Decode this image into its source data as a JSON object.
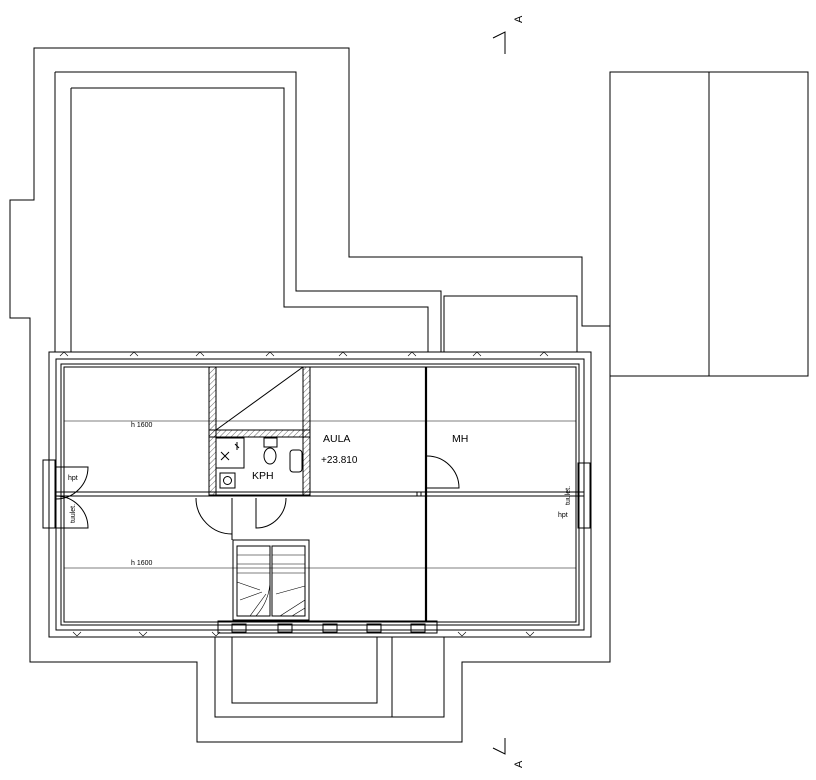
{
  "plan": {
    "rooms": {
      "aula": "AULA",
      "level": "+23.810",
      "mh": "MH",
      "kph": "KPH"
    },
    "notes": {
      "height_upper": "h 1600",
      "height_lower": "h 1600",
      "hpt_left": "hpt",
      "hpt_right": "hpt",
      "tuuletus_left": "tuulet.",
      "tuuletus_right": "tuulet."
    },
    "section_marks": {
      "top": "A",
      "bottom": "A"
    }
  }
}
